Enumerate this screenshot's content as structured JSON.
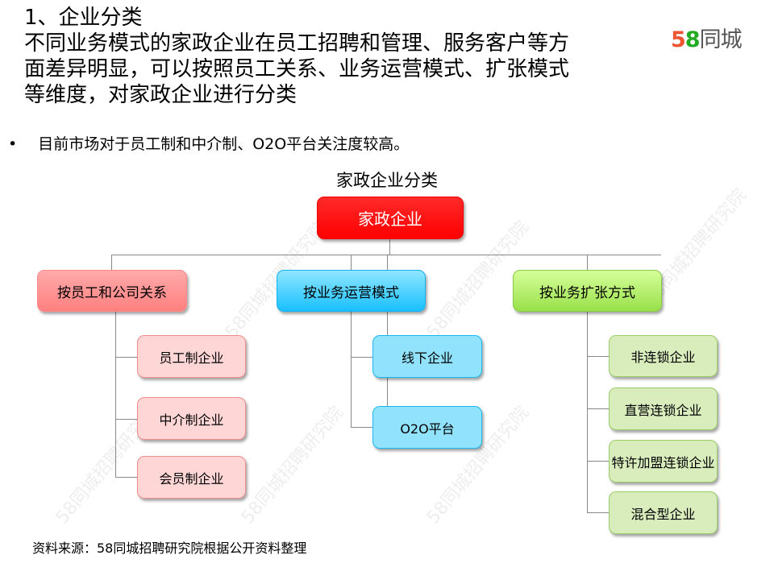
{
  "header": {
    "title_lines": [
      "1、企业分类",
      "不同业务模式的家政企业在员工招聘和管理、服务客户等方",
      "面差异明显，可以按照员工关系、业务运营模式、扩张模式",
      "等维度，对家政企业进行分类"
    ],
    "logo_num_5": "5",
    "logo_num_8": "8",
    "logo_text": "同城"
  },
  "bullet": "目前市场对于员工制和中介制、O2O平台关注度较高。",
  "diagram": {
    "title": "家政企业分类",
    "root": "家政企业",
    "branches": [
      {
        "label": "按员工和公司关系",
        "children": [
          "员工制企业",
          "中介制企业",
          "会员制企业"
        ]
      },
      {
        "label": "按业务运营模式",
        "children": [
          "线下企业",
          "O2O平台"
        ]
      },
      {
        "label": "按业务扩张方式",
        "children": [
          "非连锁企业",
          "直营连锁企业",
          "特许加盟连锁企业",
          "混合型企业"
        ]
      }
    ]
  },
  "watermark": "58同城招聘研究院",
  "source": "资料来源：58同城招聘研究院根据公开资料整理"
}
